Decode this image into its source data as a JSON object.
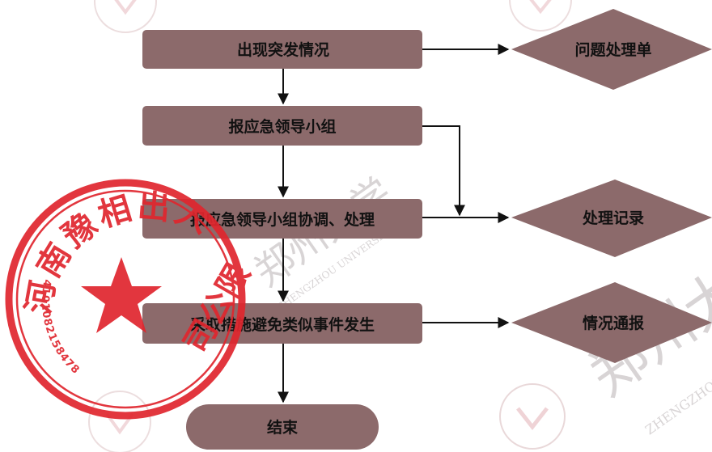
{
  "colors": {
    "node_fill": "#8c6a6b",
    "arrow": "#111111",
    "stamp": "#e0262e",
    "watermark": "#c9c2c4"
  },
  "nodes": {
    "start": "出现突发情况",
    "report": "报应急领导小组",
    "coordinate": "报应急领导小组协调、处理",
    "prevent": "采取措施避免类似事件发生",
    "end": "结束"
  },
  "outputs": {
    "ticket": "问题处理单",
    "record": "处理记录",
    "notice": "情况通报"
  },
  "stamp": {
    "org_name": "河南豫相出入口",
    "org_suffix": "司公限",
    "reg_number": "4101082158478"
  },
  "watermark": {
    "school_cn": "郑州大学",
    "school_en": "ZHENGZHOU UNIVERSITY"
  }
}
